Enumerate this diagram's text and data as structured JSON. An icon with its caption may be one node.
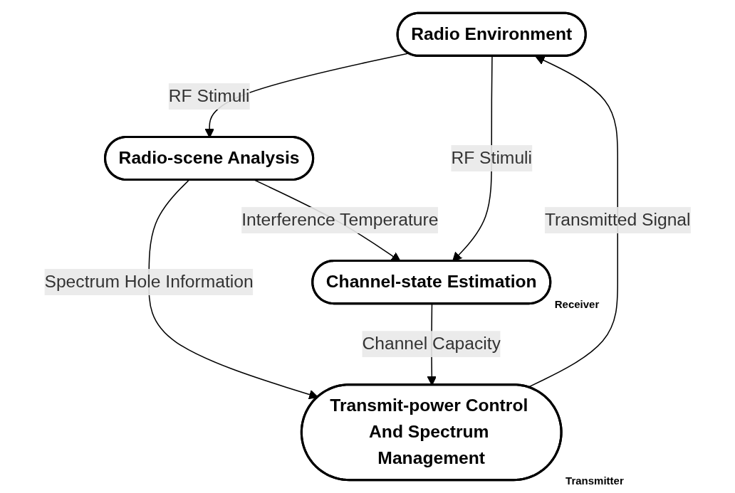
{
  "diagram": {
    "nodes": [
      {
        "text": [
          "Radio Environment"
        ]
      },
      {
        "text": [
          "Radio-scene Analysis"
        ]
      },
      {
        "text": [
          "Transmit-power Control And Spectrum Management"
        ],
        "beside": [
          "Transmitter"
        ]
      },
      {
        "text": [
          "Channel-state Estimation"
        ],
        "beside": [
          "Receiver"
        ]
      }
    ],
    "edges": [
      {
        "from": 0,
        "to": 1,
        "arrow": "to",
        "label": "RF Stimuli"
      },
      {
        "from": 0,
        "to": 3,
        "arrow": "to",
        "label": "RF Stimuli"
      },
      {
        "from": 1,
        "to": 2,
        "arrow": "to",
        "label": "Spectrum Hole Information"
      },
      {
        "from": 1,
        "to": 3,
        "arrow": "to",
        "label": "Interference Temperature"
      },
      {
        "from": 3,
        "to": 2,
        "arrow": "to",
        "label": "Channel Capacity"
      },
      {
        "from": 2,
        "to": 0,
        "arrow": "to",
        "label": "Transmitted Signal"
      }
    ]
  }
}
